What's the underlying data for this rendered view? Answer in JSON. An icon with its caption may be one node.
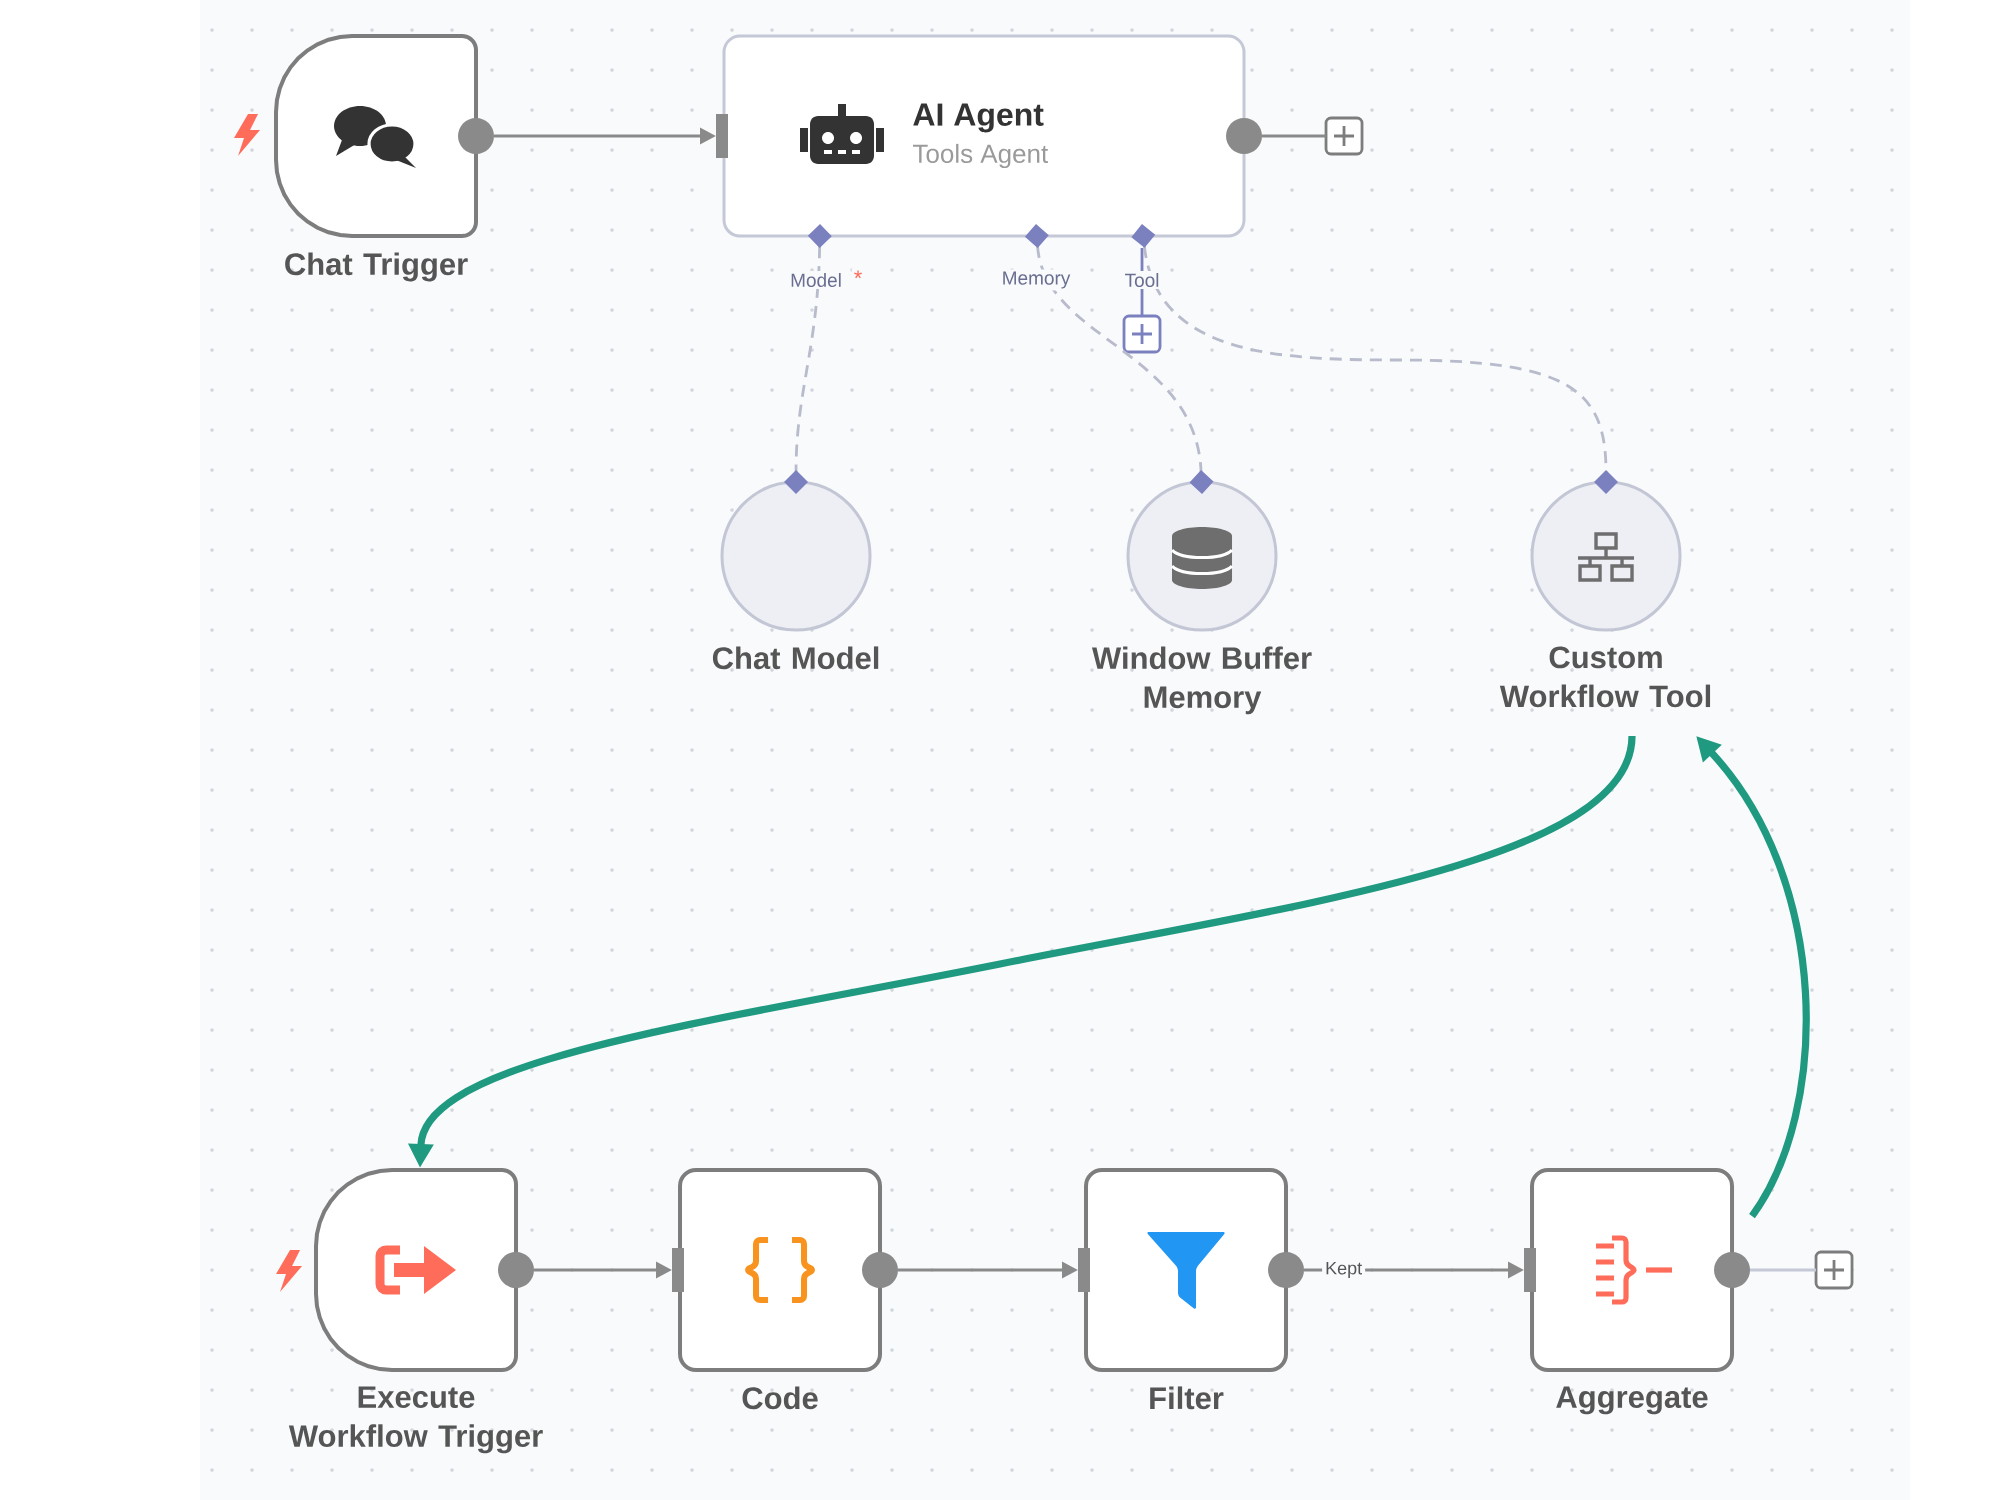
{
  "diagram": {
    "nodes": [
      {
        "text": [
          "Chat Trigger"
        ]
      },
      {
        "text": [
          "AI Agent",
          "Tools Agent"
        ]
      },
      {
        "text": [],
        "shape": "box"
      },
      {
        "text": [],
        "shape": "box"
      },
      {
        "text": [
          "Chat Model"
        ]
      },
      {
        "text": [
          "Window Buffer Memory"
        ]
      },
      {
        "text": [
          "Custom Workflow Tool"
        ]
      },
      {
        "text": [
          "Execute Workflow Trigger"
        ]
      },
      {
        "text": [
          "Code"
        ]
      },
      {
        "text": [
          "Filter"
        ]
      },
      {
        "text": [
          "Aggregate"
        ]
      },
      {
        "text": [],
        "shape": "box"
      }
    ],
    "edges": [
      {
        "from": 0,
        "to": 1,
        "arrow": "to"
      },
      {
        "from": 1,
        "to": 2,
        "arrow": "none"
      },
      {
        "from": 1,
        "to": 3,
        "arrow": "none",
        "color": "#7b80bf"
      },
      {
        "from": 1,
        "to": 4,
        "arrow": "other",
        "style": "dashed",
        "color": "#b7bbcb"
      },
      {
        "from": 1,
        "to": 5,
        "arrow": "other",
        "style": "dashed",
        "color": "#b7bbcb"
      },
      {
        "from": 1,
        "to": 6,
        "arrow": "other",
        "style": "dashed",
        "color": "#b7bbcb"
      },
      {
        "from": 6,
        "to": 7,
        "arrow": "to",
        "style": "thick",
        "color": "#1f9a80"
      },
      {
        "from": 7,
        "to": 8,
        "arrow": "to"
      },
      {
        "from": 8,
        "to": 9,
        "arrow": "to"
      },
      {
        "from": 9,
        "to": 10,
        "arrow": "to",
        "label": "Kept"
      },
      {
        "from": 10,
        "to": 6,
        "arrow": "to",
        "style": "thick",
        "color": "#1f9a80"
      },
      {
        "from": 10,
        "to": 11,
        "arrow": "none",
        "color": "#c5c8d6"
      }
    ],
    "labels": [
      "Model",
      "*",
      "Memory",
      "Tool"
    ]
  }
}
